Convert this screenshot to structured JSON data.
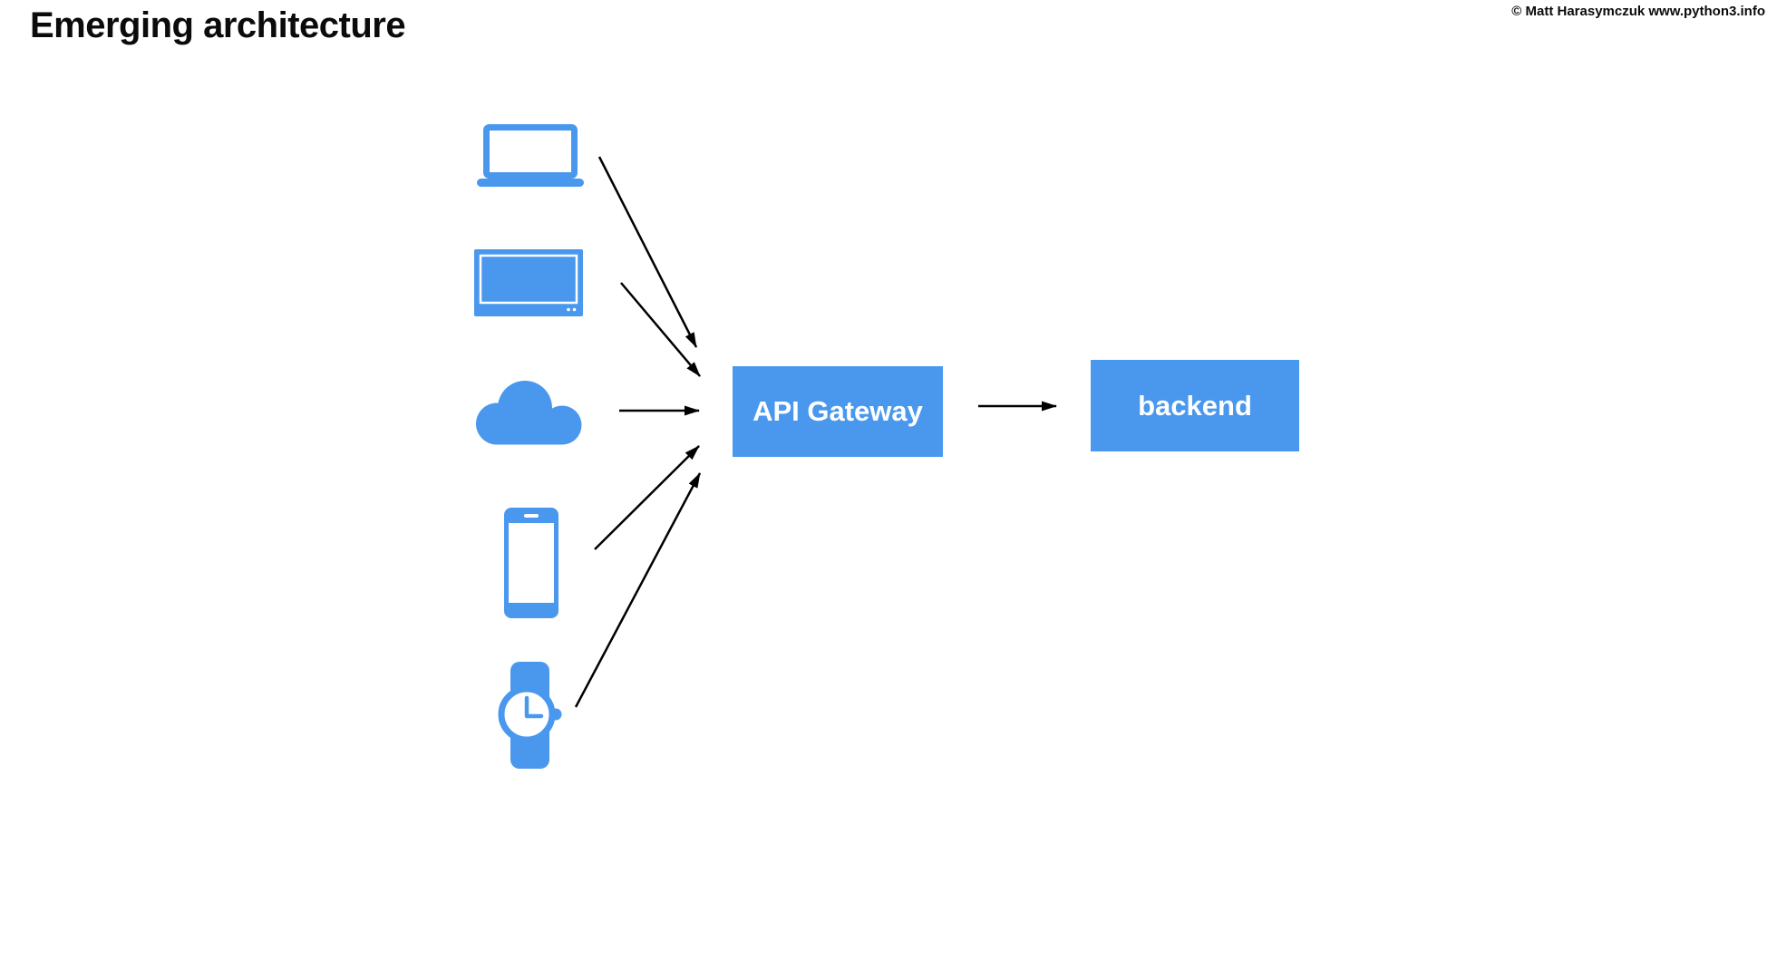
{
  "slide": {
    "title": "Emerging architecture",
    "copyright": "© Matt Harasymczuk www.python3.info"
  },
  "colors": {
    "accent_blue": "#4A98EE",
    "arrow_black": "#000000",
    "box_text_white": "#FFFFFF",
    "background": "#FFFFFF",
    "title_black": "#0B0B0B"
  },
  "diagram": {
    "clients": [
      {
        "id": "laptop",
        "icon": "laptop-icon"
      },
      {
        "id": "tv",
        "icon": "tv-icon"
      },
      {
        "id": "cloud",
        "icon": "cloud-icon"
      },
      {
        "id": "smartphone",
        "icon": "smartphone-icon"
      },
      {
        "id": "smartwatch",
        "icon": "smartwatch-icon"
      }
    ],
    "boxes": {
      "api_gateway": {
        "label": "API Gateway"
      },
      "backend": {
        "label": "backend"
      }
    },
    "edges": [
      {
        "from": "laptop",
        "to": "api_gateway"
      },
      {
        "from": "tv",
        "to": "api_gateway"
      },
      {
        "from": "cloud",
        "to": "api_gateway"
      },
      {
        "from": "smartphone",
        "to": "api_gateway"
      },
      {
        "from": "smartwatch",
        "to": "api_gateway"
      },
      {
        "from": "api_gateway",
        "to": "backend"
      }
    ]
  }
}
